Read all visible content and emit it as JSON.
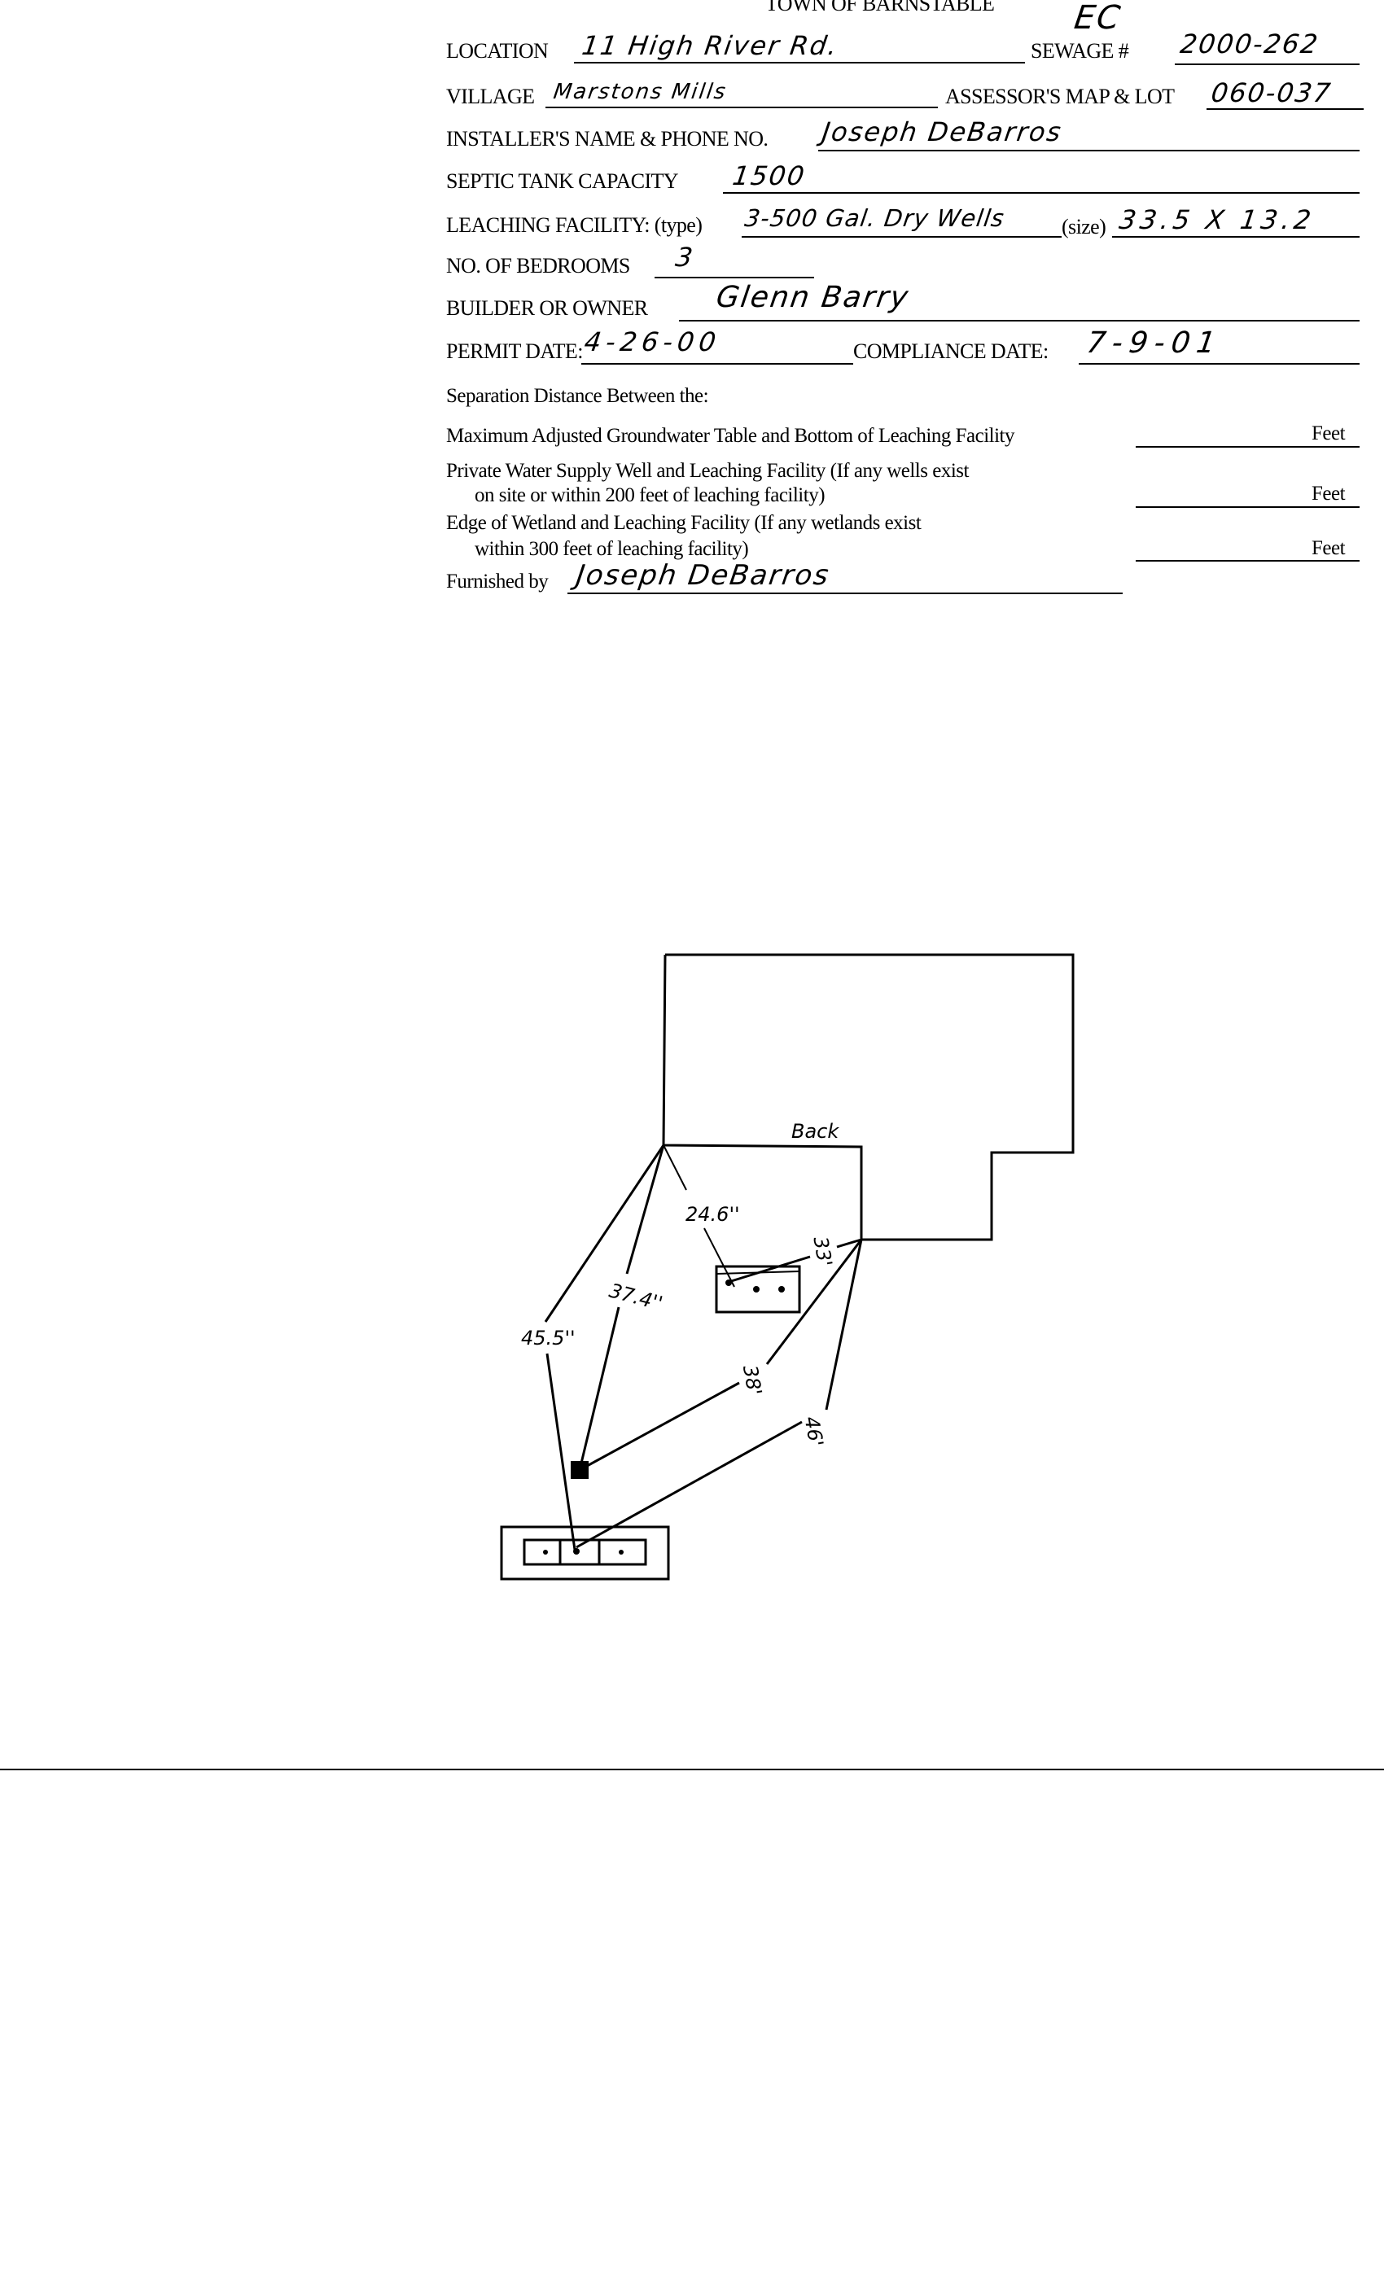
{
  "form": {
    "title": "TOWN OF BARNSTABLE",
    "initials": "EC",
    "location_label": "LOCATION",
    "location_value": "11 High River Rd.",
    "sewage_label": "SEWAGE #",
    "sewage_value": "2000-262",
    "village_label": "VILLAGE",
    "village_value": "Marstons Mills",
    "map_lot_label": "ASSESSOR'S MAP & LOT",
    "map_lot_value": "060-037",
    "installer_label": "INSTALLER'S NAME & PHONE NO.",
    "installer_value": "Joseph DeBarros",
    "tank_label": "SEPTIC TANK CAPACITY",
    "tank_value": "1500",
    "leaching_label": "LEACHING FACILITY: (type)",
    "leaching_type_value": "3-500 Gal. Dry Wells",
    "size_label": "(size)",
    "size_value": "33.5 X 13.2",
    "bedrooms_label": "NO. OF BEDROOMS",
    "bedrooms_value": "3",
    "owner_label": "BUILDER OR OWNER",
    "owner_value": "Glenn Barry",
    "permit_label": "PERMIT DATE:",
    "permit_value": "4-26-00",
    "compliance_label": "COMPLIANCE DATE:",
    "compliance_value": "7-9-01"
  },
  "separation": {
    "heading": "Separation Distance Between the:",
    "row1": "Maximum Adjusted Groundwater Table and Bottom of Leaching Facility",
    "row2a": "Private Water Supply Well and Leaching Facility  (If any wells exist",
    "row2b": "on site or within 200 feet of leaching facility)",
    "row3a": "Edge of Wetland and Leaching Facility (If any wetlands exist",
    "row3b": "within 300 feet of leaching facility)",
    "unit": "Feet",
    "furnished_label": "Furnished by",
    "furnished_signature": "Joseph DeBarros"
  },
  "sketch": {
    "back_label": "Back",
    "d1": "24.6''",
    "d2": "33'",
    "d3": "45.5''",
    "d4": "37.4''",
    "d5": "38'",
    "d6": "46'"
  }
}
